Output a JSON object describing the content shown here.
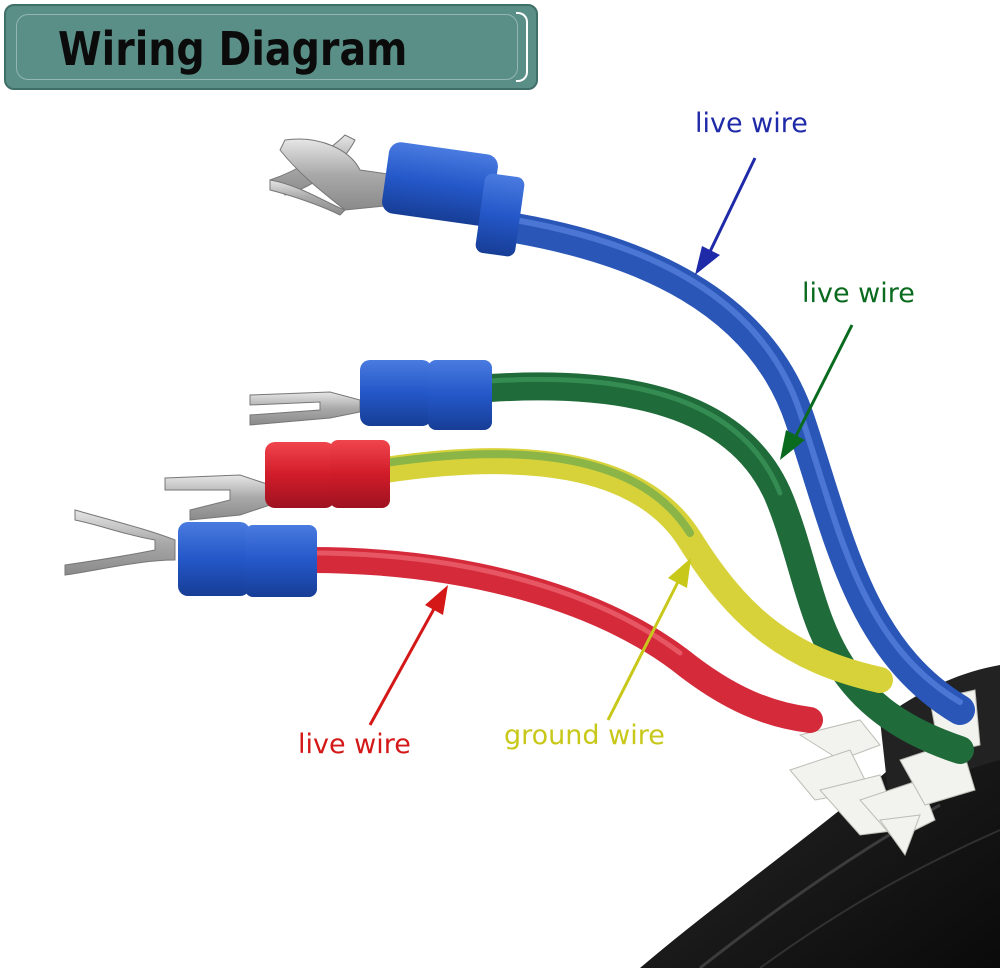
{
  "title": "Wiring Diagram",
  "labels": {
    "blue": "live wire",
    "green": "live wire",
    "red": "live wire",
    "yellow": "ground wire"
  },
  "colors": {
    "title_bg": "#5a8f88",
    "blue_label": "#1f2aa8",
    "green_label": "#0a6b1f",
    "red_label": "#d41818",
    "yellow_label": "#c8c81a",
    "blue_wire": "#2a56b8",
    "green_wire": "#1f6b3a",
    "red_wire": "#d42a3a",
    "yellow_wire": "#d8d23a",
    "cable": "#1a1a1a"
  },
  "icons": [
    "spade-terminal-icon",
    "insulated-crimp-sleeve-icon",
    "arrow-icon"
  ]
}
